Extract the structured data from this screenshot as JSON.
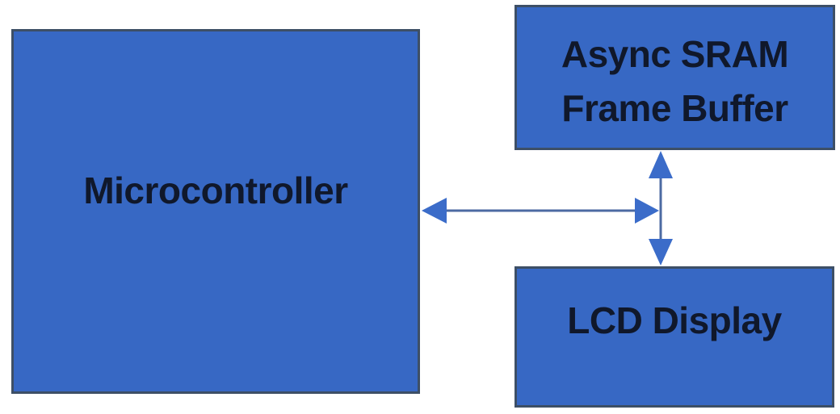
{
  "diagram": {
    "nodes": {
      "microcontroller": {
        "label": "Microcontroller"
      },
      "sram": {
        "label": "Async SRAM Frame Buffer",
        "lines": [
          "Async SRAM",
          "Frame Buffer"
        ]
      },
      "lcd": {
        "label": "LCD Display"
      }
    },
    "edges": [
      {
        "from": "microcontroller",
        "to": "memory-bus",
        "direction": "bidirectional",
        "orientation": "horizontal"
      },
      {
        "from": "sram",
        "to": "lcd",
        "direction": "bidirectional",
        "orientation": "vertical"
      }
    ],
    "colors": {
      "background": "#ffffff",
      "node_fill": "#3768c4",
      "node_border": "#3d4f66",
      "arrow_line": "#4c6aa2",
      "arrow_head": "#3b6cc9",
      "text": "#10182b"
    }
  }
}
